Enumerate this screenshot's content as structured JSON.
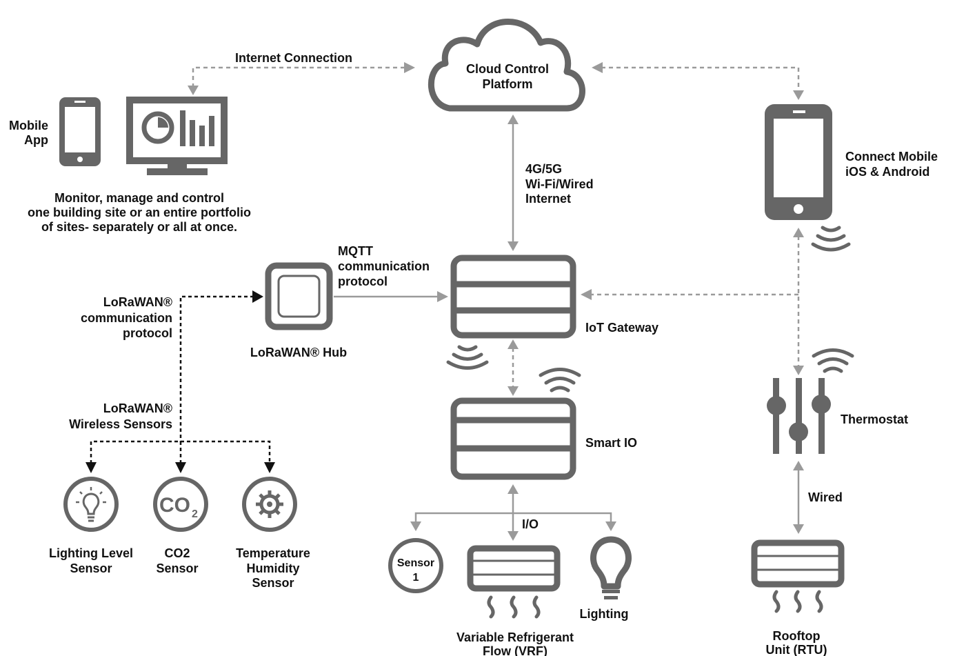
{
  "labels": {
    "internet_connection": "Internet Connection",
    "cloud_line1": "Cloud Control",
    "cloud_line2": "Platform",
    "mobile_app_line1": "Mobile",
    "mobile_app_line2": "App",
    "monitor_line1": "Monitor, manage and control",
    "monitor_line2": "one building site or an entire portfolio",
    "monitor_line3": "of sites- separately or all at once.",
    "connect_mobile_line1": "Connect Mobile",
    "connect_mobile_line2": "iOS & Android",
    "network_line1": "4G/5G",
    "network_line2": "Wi-Fi/Wired",
    "network_line3": "Internet",
    "mqtt_line1": "MQTT",
    "mqtt_line2": "communication",
    "mqtt_line3": "protocol",
    "lorawan_comm_line1": "LoRaWAN®",
    "lorawan_comm_line2": "communication",
    "lorawan_comm_line3": "protocol",
    "lorawan_hub": "LoRaWAN® Hub",
    "iot_gateway": "IoT Gateway",
    "smart_io": "Smart IO",
    "thermostat": "Thermostat",
    "wired": "Wired",
    "lorawan_sensors_line1": "LoRaWAN®",
    "lorawan_sensors_line2": "Wireless Sensors",
    "lighting_sensor_line1": "Lighting Level",
    "lighting_sensor_line2": "Sensor",
    "co2_line1": "CO2",
    "co2_line2": "Sensor",
    "co2_icon_text": "CO",
    "co2_icon_sub": "2",
    "temp_line1": "Temperature",
    "temp_line2": "Humidity",
    "temp_line3": "Sensor",
    "io": "I/O",
    "sensor1_line1": "Sensor",
    "sensor1_line2": "1",
    "lighting": "Lighting",
    "vrf_line1": "Variable Refrigerant",
    "vrf_line2": "Flow (VRF)",
    "rtu_line1": "Rooftop",
    "rtu_line2": "Unit (RTU)"
  },
  "colors": {
    "device_grey": "#666666",
    "connector_grey": "#9a9a9a",
    "lorawan_link": "#111111",
    "text": "#111111"
  },
  "icons": [
    "cloud-icon",
    "mobile-phone-icon",
    "monitor-dashboard-icon",
    "lorawan-hub-icon",
    "iot-gateway-icon",
    "smart-io-icon",
    "thermostat-slider-icon",
    "light-bulb-icon",
    "co2-icon",
    "gear-icon",
    "vrf-unit-icon",
    "rooftop-unit-icon",
    "wireless-signal-icon"
  ]
}
